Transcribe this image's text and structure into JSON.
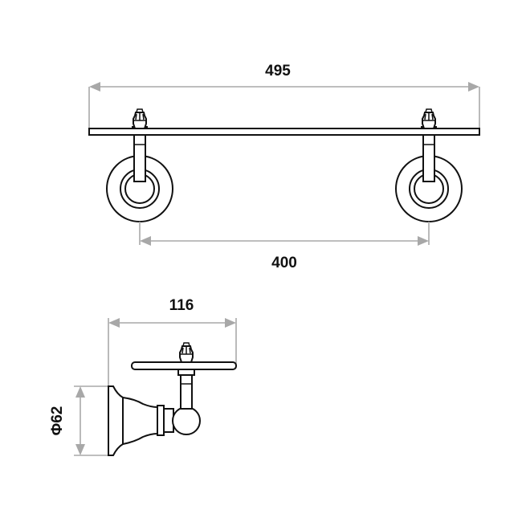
{
  "drawing": {
    "dimensions": {
      "overall_length": "495",
      "bracket_spacing": "400",
      "projection": "116",
      "base_diameter": "Φ62"
    },
    "colors": {
      "outline": "#111111",
      "dimension": "#a8a8a8",
      "background": "#ffffff"
    }
  }
}
